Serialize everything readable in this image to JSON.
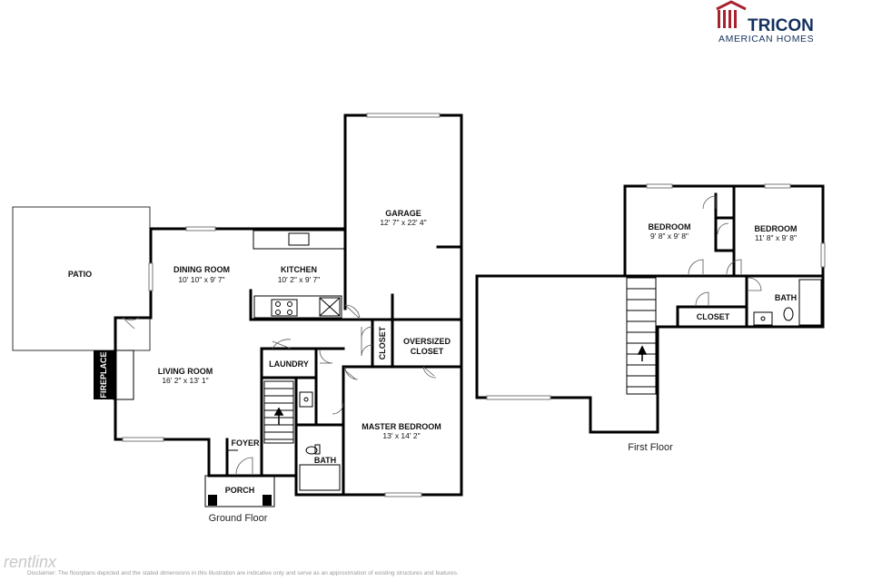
{
  "brand": {
    "name": "TRICON",
    "subtitle": "AMERICAN HOMES",
    "color": "#14305e",
    "accent": "#a8232e"
  },
  "watermark": "rentlinx",
  "disclaimer": "Disclaimer: The floorplans depicted and the stated dimensions in this illustration are indicative only and serve as an approximation of existing structures and features.",
  "floors": {
    "ground": "Ground Floor",
    "first": "First Floor"
  },
  "rooms": {
    "patio": {
      "label": "PATIO"
    },
    "dining": {
      "label": "DINING ROOM",
      "dims": "10' 10\" x 9' 7\""
    },
    "kitchen": {
      "label": "KITCHEN",
      "dims": "10' 2\" x 9' 7\""
    },
    "garage": {
      "label": "GARAGE",
      "dims": "12' 7\" x 22' 4\""
    },
    "living": {
      "label": "LIVING ROOM",
      "dims": "16' 2\" x 13' 1\""
    },
    "fireplace": {
      "label": "FIREPLACE"
    },
    "laundry": {
      "label": "LAUNDRY"
    },
    "closet_ground": {
      "label": "CLOSET"
    },
    "oversized_closet": {
      "line1": "OVERSIZED",
      "line2": "CLOSET"
    },
    "master": {
      "label": "MASTER BEDROOM",
      "dims": "13' x 14' 2\""
    },
    "bath_ground": {
      "label": "BATH"
    },
    "foyer": {
      "label": "FOYER"
    },
    "porch": {
      "label": "PORCH"
    },
    "bedroom1": {
      "label": "BEDROOM",
      "dims": "9' 8\" x 9' 8\""
    },
    "bedroom2": {
      "label": "BEDROOM",
      "dims": "11' 8\" x 9' 8\""
    },
    "bath_first": {
      "label": "BATH"
    },
    "closet_first": {
      "label": "CLOSET"
    }
  }
}
